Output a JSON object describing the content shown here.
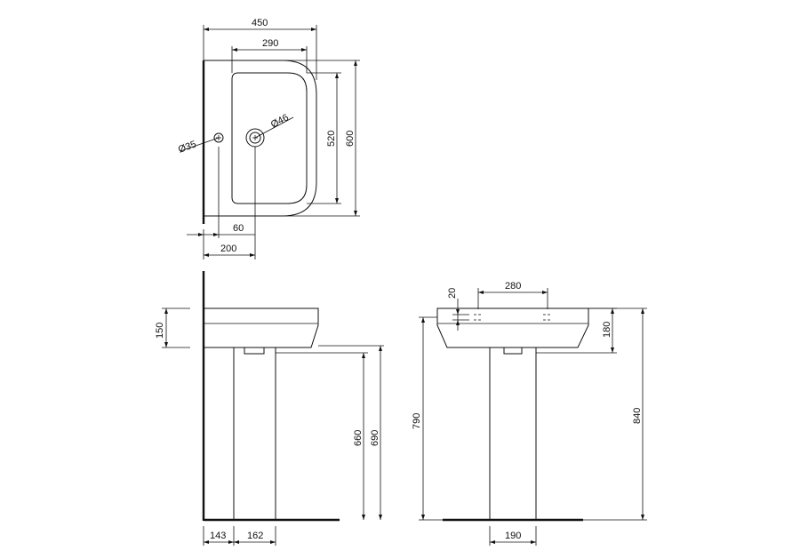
{
  "top_view": {
    "overall_width": "450",
    "bowl_width": "290",
    "overall_depth": "600",
    "bowl_depth": "520",
    "tap_hole_diameter": "Ø35",
    "waste_diameter": "Ø46",
    "tap_offset": "60",
    "waste_offset": "200"
  },
  "side_view": {
    "basin_height": "150",
    "pedestal_top_height": "660",
    "basin_bottom_height": "690",
    "pedestal_base_offset": "143",
    "pedestal_base_depth": "162"
  },
  "front_view": {
    "rim_thickness": "20",
    "hole_spacing": "280",
    "basin_height": "180",
    "overflow_height": "790",
    "total_height": "840",
    "pedestal_width": "190"
  }
}
